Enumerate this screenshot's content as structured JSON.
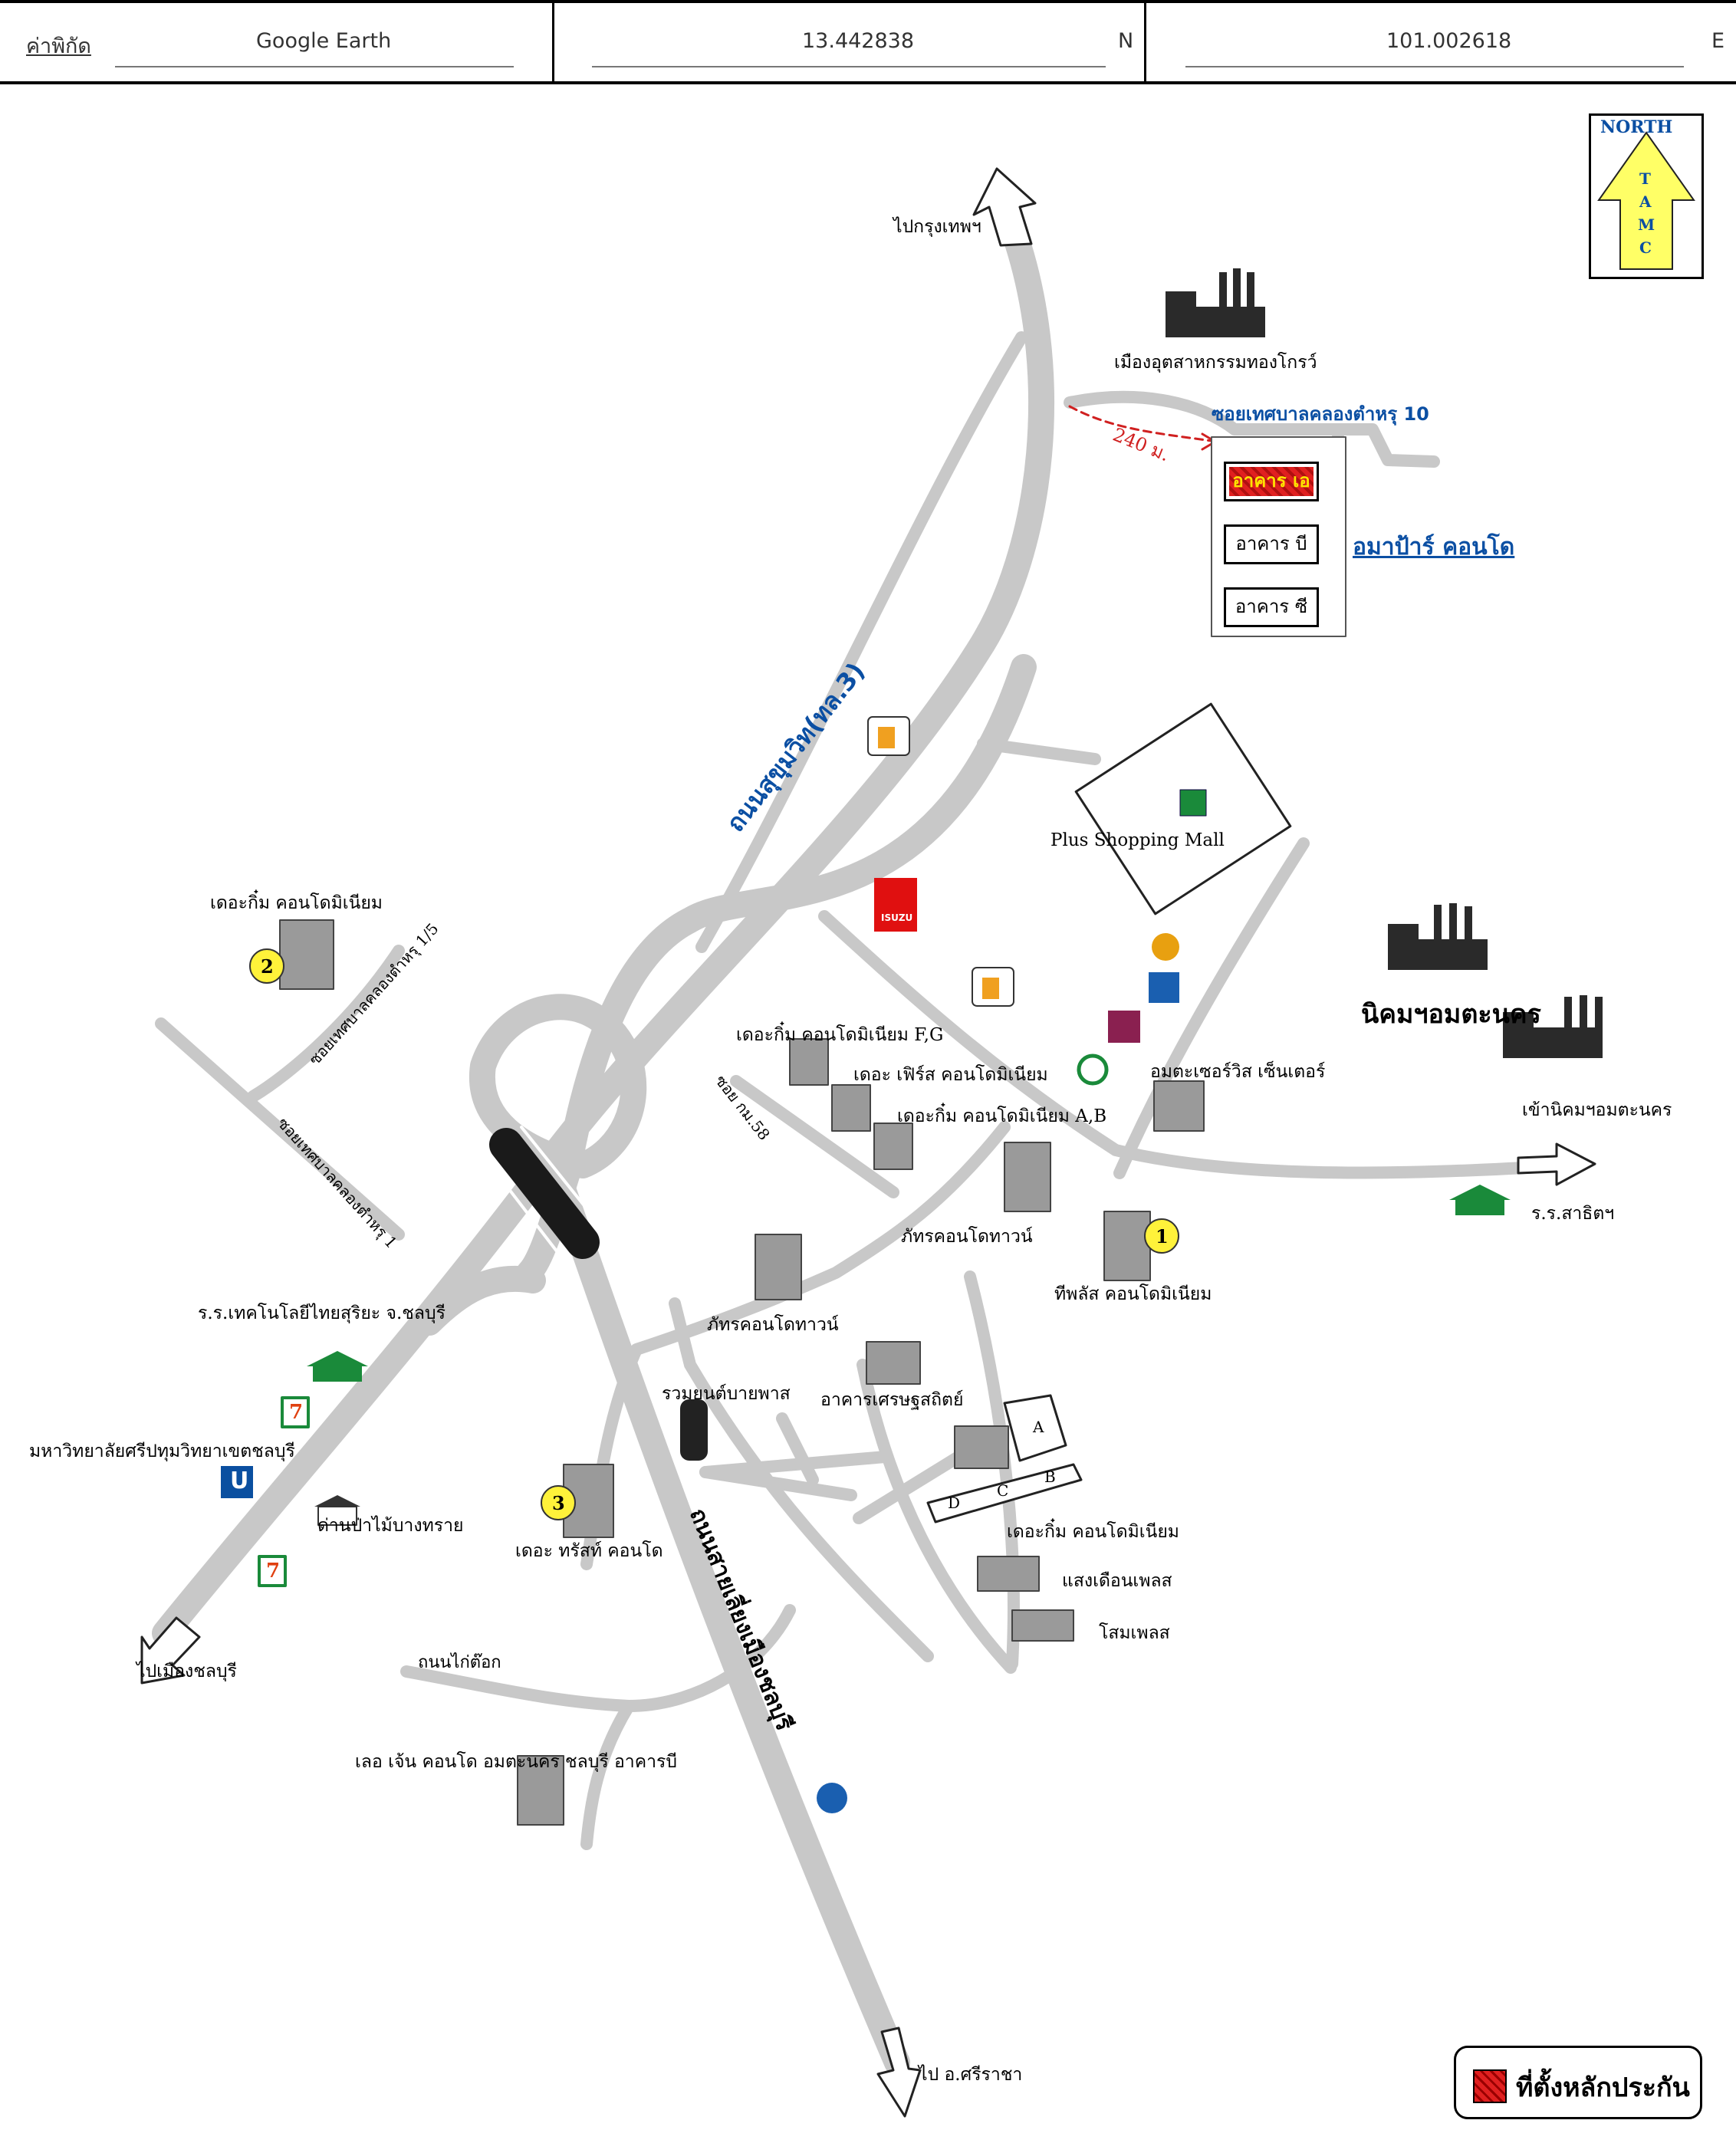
{
  "header": {
    "coord_label": "ค่าพิกัด",
    "source": "Google Earth",
    "latitude": "13.442838",
    "lat_dir": "N",
    "longitude": "101.002618",
    "lon_dir": "E"
  },
  "compass": {
    "label": "NORTH",
    "letters": [
      "T",
      "A",
      "M",
      "C"
    ]
  },
  "distance": "240 ม.",
  "road_labels": {
    "sukhumvit": "ถนนสุขุมวิท(ทล.3)",
    "bypass": "ถนนสายเลี่ยงเมืองชลบุรี",
    "soi_10": "ซอยเทศบาลคลองตำหรุ 10",
    "soi_1_5": "ซอยเทศบาลคลองตำหรุ 1/5",
    "soi_1": "ซอยเทศบาลคลองตำหรุ 1",
    "soi_km58": "ซอย กม.58",
    "kai_tok": "ถนนไก่ต๊อก"
  },
  "directions": {
    "bangkok": "ไปกรุงเทพฯ",
    "chonburi": "ไปเมืองชลบุรี",
    "sriracha": "ไป อ.ศรีราชา",
    "amata_entrance": "เข้านิคมฯอมตะนคร"
  },
  "subject": {
    "name": "อมาป้าร์ คอนโด",
    "buildings": [
      "อาคาร เอ",
      "อาคาร บี",
      "อาคาร ซี"
    ]
  },
  "places": {
    "thong_krow": "เมืองอุตสาหกรรมทองโกรว์",
    "plus_mall": "Plus Shopping Mall",
    "amata_nakorn": "นิคมฯอมตะนคร",
    "the_kimm_2": "เดอะกิ๋ม คอนโดมิเนียม",
    "the_kimm_fg": "เดอะกิ๋ม คอนโดมิเนียม F,G",
    "the_first": "เดอะ เฟิร์ส คอนโดมิเนียม",
    "the_kimm_ab": "เดอะกิ๋ม คอนโดมิเนียม A,B",
    "amata_service": "อมตะเซอร์วิส เซ็นเตอร์",
    "phattara_1": "ภัทรคอนโดทาวน์",
    "phattara_2": "ภัทรคอนโดทาวน์",
    "tplus": "ทีพลัส คอนโดมิเนียม",
    "school_sathit": "ร.ร.สาธิตฯ",
    "tech_school": "ร.ร.เทคโนโลยีไทยสุริยะ จ.ชลบุรี",
    "sripatum": "มหาวิทยาลัยศรีปทุมวิทยาเขตชลบุรี",
    "forest_checkpoint": "ด่านป่าไม้บางทราย",
    "bus_terminal": "รวมยนต์บายพาส",
    "setthasit": "อาคารเศรษฐสถิตย์",
    "the_trust": "เดอะ ทรัสท์ คอนโด",
    "the_kimm_abcd": "เดอะกิ๋ม คอนโดมิเนียม",
    "saeng_duen": "แสงเดือนเพลส",
    "som_place": "โสมเพลส",
    "lumpini": "เลอ เจ้น คอนโด อมตะนคร ชลบุรี อาคารบี"
  },
  "markers": [
    "1",
    "2",
    "3"
  ],
  "block_letters": [
    "A",
    "B",
    "C",
    "D"
  ],
  "brands": {
    "isuzu": "ISUZU",
    "seven": "7"
  },
  "legend": {
    "label": "ที่ตั้งหลักประกัน"
  }
}
